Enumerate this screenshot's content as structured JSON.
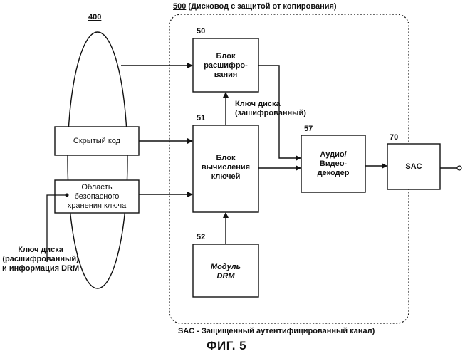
{
  "ref_disk": "400",
  "drive": {
    "number": "500",
    "title": "(Дисковод с защитой от копирования)"
  },
  "blocks": {
    "decrypt": {
      "number": "50",
      "label_lines": [
        "Блок",
        "расшифро-",
        "вания"
      ]
    },
    "keycalc": {
      "number": "51",
      "label_lines": [
        "Блок",
        "вычисления",
        "ключей"
      ]
    },
    "drm": {
      "number": "52",
      "label_lines": [
        "Модуль",
        "DRM"
      ]
    },
    "decoder": {
      "number": "57",
      "label_lines": [
        "Аудио/",
        "Видео-",
        "декодер"
      ]
    },
    "sac": {
      "number": "70",
      "label": "SAC"
    }
  },
  "disk_regions": {
    "hidden_code": "Скрытый код",
    "secure_storage_lines": [
      "Область",
      "безопасного",
      "хранения ключа"
    ]
  },
  "annotations": {
    "disk_key_encrypted": [
      "Ключ диска",
      "(зашифрованный)"
    ],
    "disk_key_decrypted": [
      "Ключ диска",
      "(расшифрованный)",
      "и информация DRM"
    ]
  },
  "footnote": "SAC - Защищенный аутентифицированный канал)",
  "figure_label": "ФИГ. 5"
}
